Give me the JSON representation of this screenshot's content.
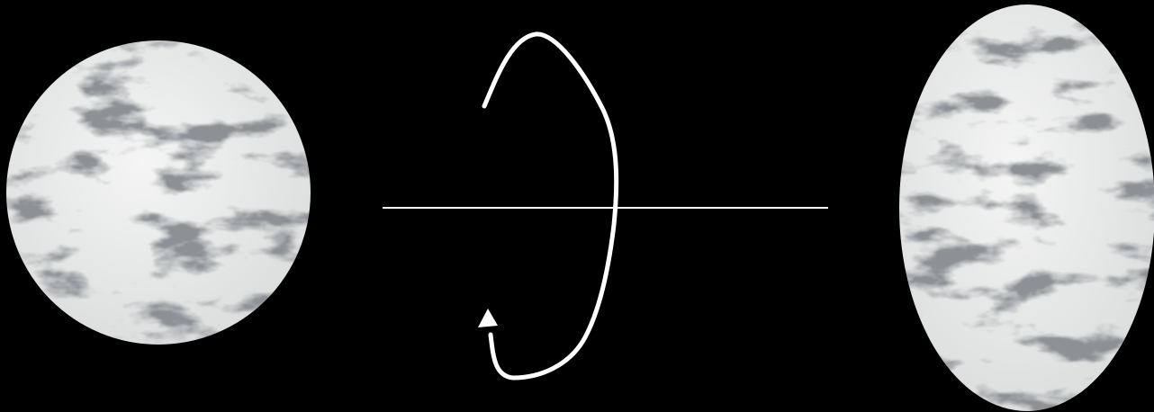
{
  "diagram": {
    "background_color": "#000000",
    "stroke_color": "#ffffff",
    "marble_base_color": "#e9eae9",
    "marble_vein_color": "#8c9196",
    "left_shape": "circle",
    "right_shape": "ellipse",
    "axis": "horizontal-line",
    "rotation_arrow": "curved-arrow-icon"
  }
}
